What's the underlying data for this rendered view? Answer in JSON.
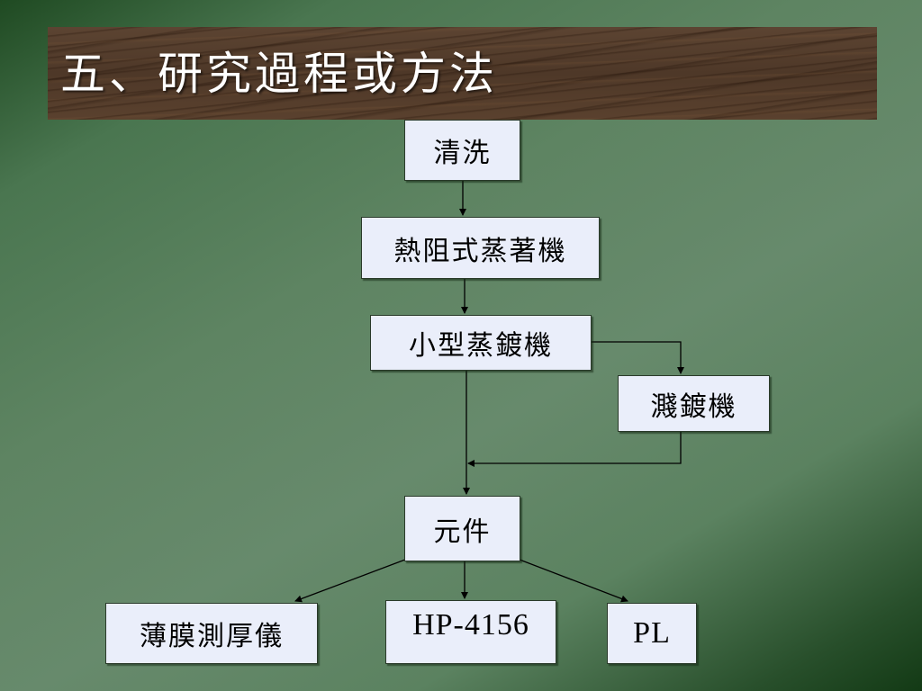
{
  "slide": {
    "title": "五、研究過程或方法"
  },
  "flowchart": {
    "nodes": {
      "clean": "清洗",
      "thermal_evaporator": "熱阻式蒸著機",
      "small_evaporator": "小型蒸鍍機",
      "sputter": "濺鍍機",
      "device": "元件",
      "thickness_meter": "薄膜測厚儀",
      "hp4156": "HP-4156",
      "pl": "PL"
    },
    "edges": [
      [
        "clean",
        "thermal_evaporator"
      ],
      [
        "thermal_evaporator",
        "small_evaporator"
      ],
      [
        "small_evaporator",
        "sputter"
      ],
      [
        "small_evaporator",
        "device"
      ],
      [
        "sputter",
        "device"
      ],
      [
        "device",
        "thickness_meter"
      ],
      [
        "device",
        "hp4156"
      ],
      [
        "device",
        "pl"
      ]
    ]
  },
  "colors": {
    "node_fill": "#eaeefa",
    "title_bar": "#4e3828",
    "connector": "#000000"
  }
}
